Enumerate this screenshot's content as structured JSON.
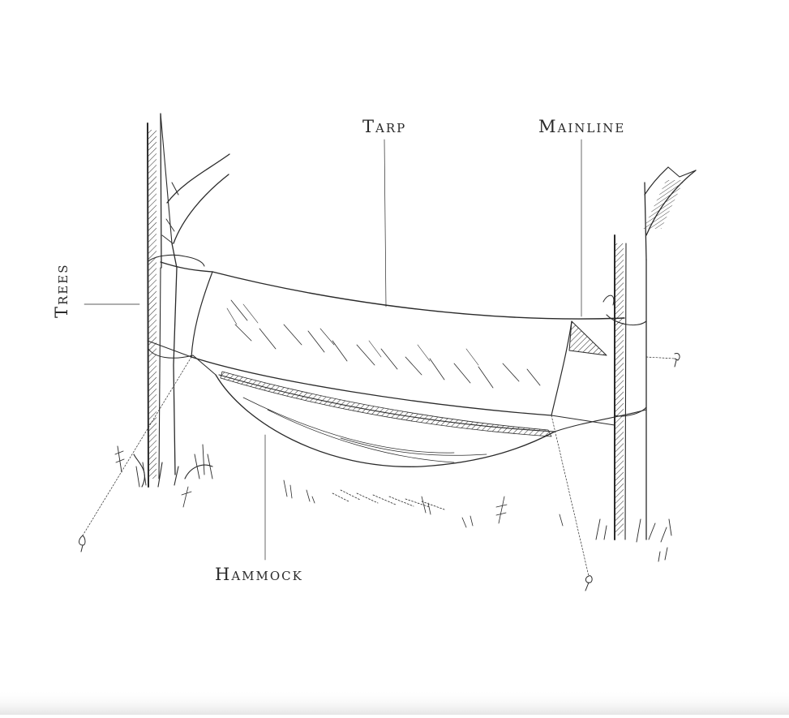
{
  "labels": {
    "tarp": "Tarp",
    "mainline": "Mainline",
    "trees": "Trees",
    "hammock": "Hammock"
  },
  "colors": {
    "ink": "#2a2a2a",
    "paper": "#ffffff",
    "shadow": "#e9e9e9"
  }
}
